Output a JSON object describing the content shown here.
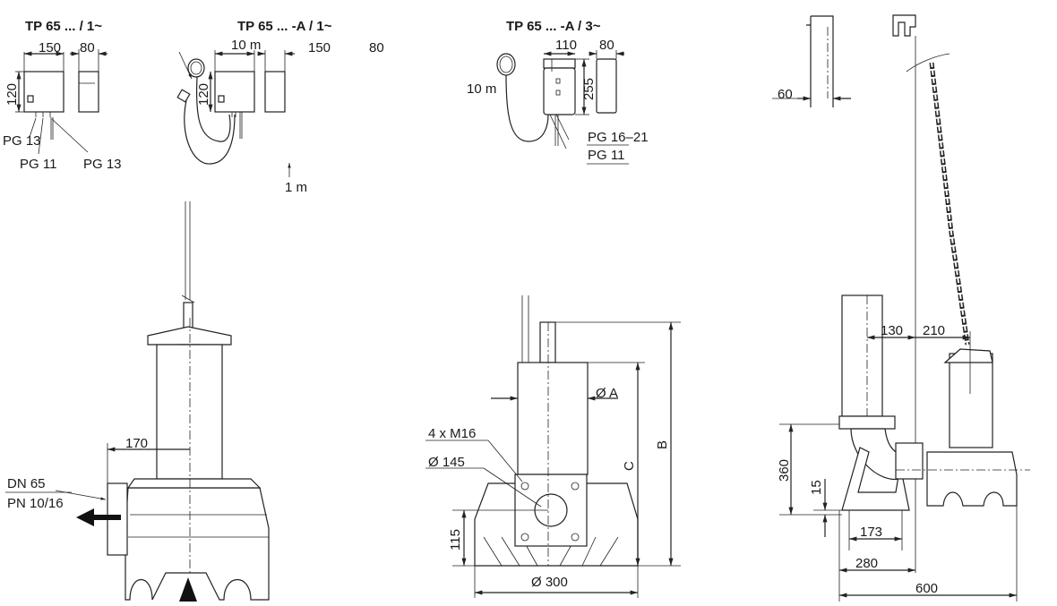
{
  "titles": {
    "box1": "TP 65 ... / 1~",
    "box2": "TP 65 ... -A / 1~",
    "box3": "TP 65 ... -A / 3~"
  },
  "box1": {
    "w": "150",
    "d": "80",
    "h": "120",
    "pg13a": "PG 13",
    "pg11": "PG 11",
    "pg13b": "PG 13"
  },
  "box2": {
    "cable": "10 m",
    "w": "150",
    "d": "80",
    "h": "120",
    "cable2": "1 m"
  },
  "box3": {
    "cable": "10 m",
    "w": "110",
    "d": "80",
    "h": "255",
    "pg1621": "PG 16–21",
    "pg11": "PG 11"
  },
  "rail": {
    "w": "60"
  },
  "pump_side": {
    "dim": "170",
    "dn": "DN 65",
    "pn": "PN 10/16"
  },
  "pump_front": {
    "dia_a": "Ø A",
    "bolts": "4 x M16",
    "dia145": "Ø 145",
    "c": "C",
    "b": "B",
    "h115": "115",
    "dia300": "Ø 300"
  },
  "installation": {
    "d130": "130",
    "d210": "210",
    "h360": "360",
    "h15": "15",
    "d173": "173",
    "d280": "280",
    "d600": "600"
  }
}
